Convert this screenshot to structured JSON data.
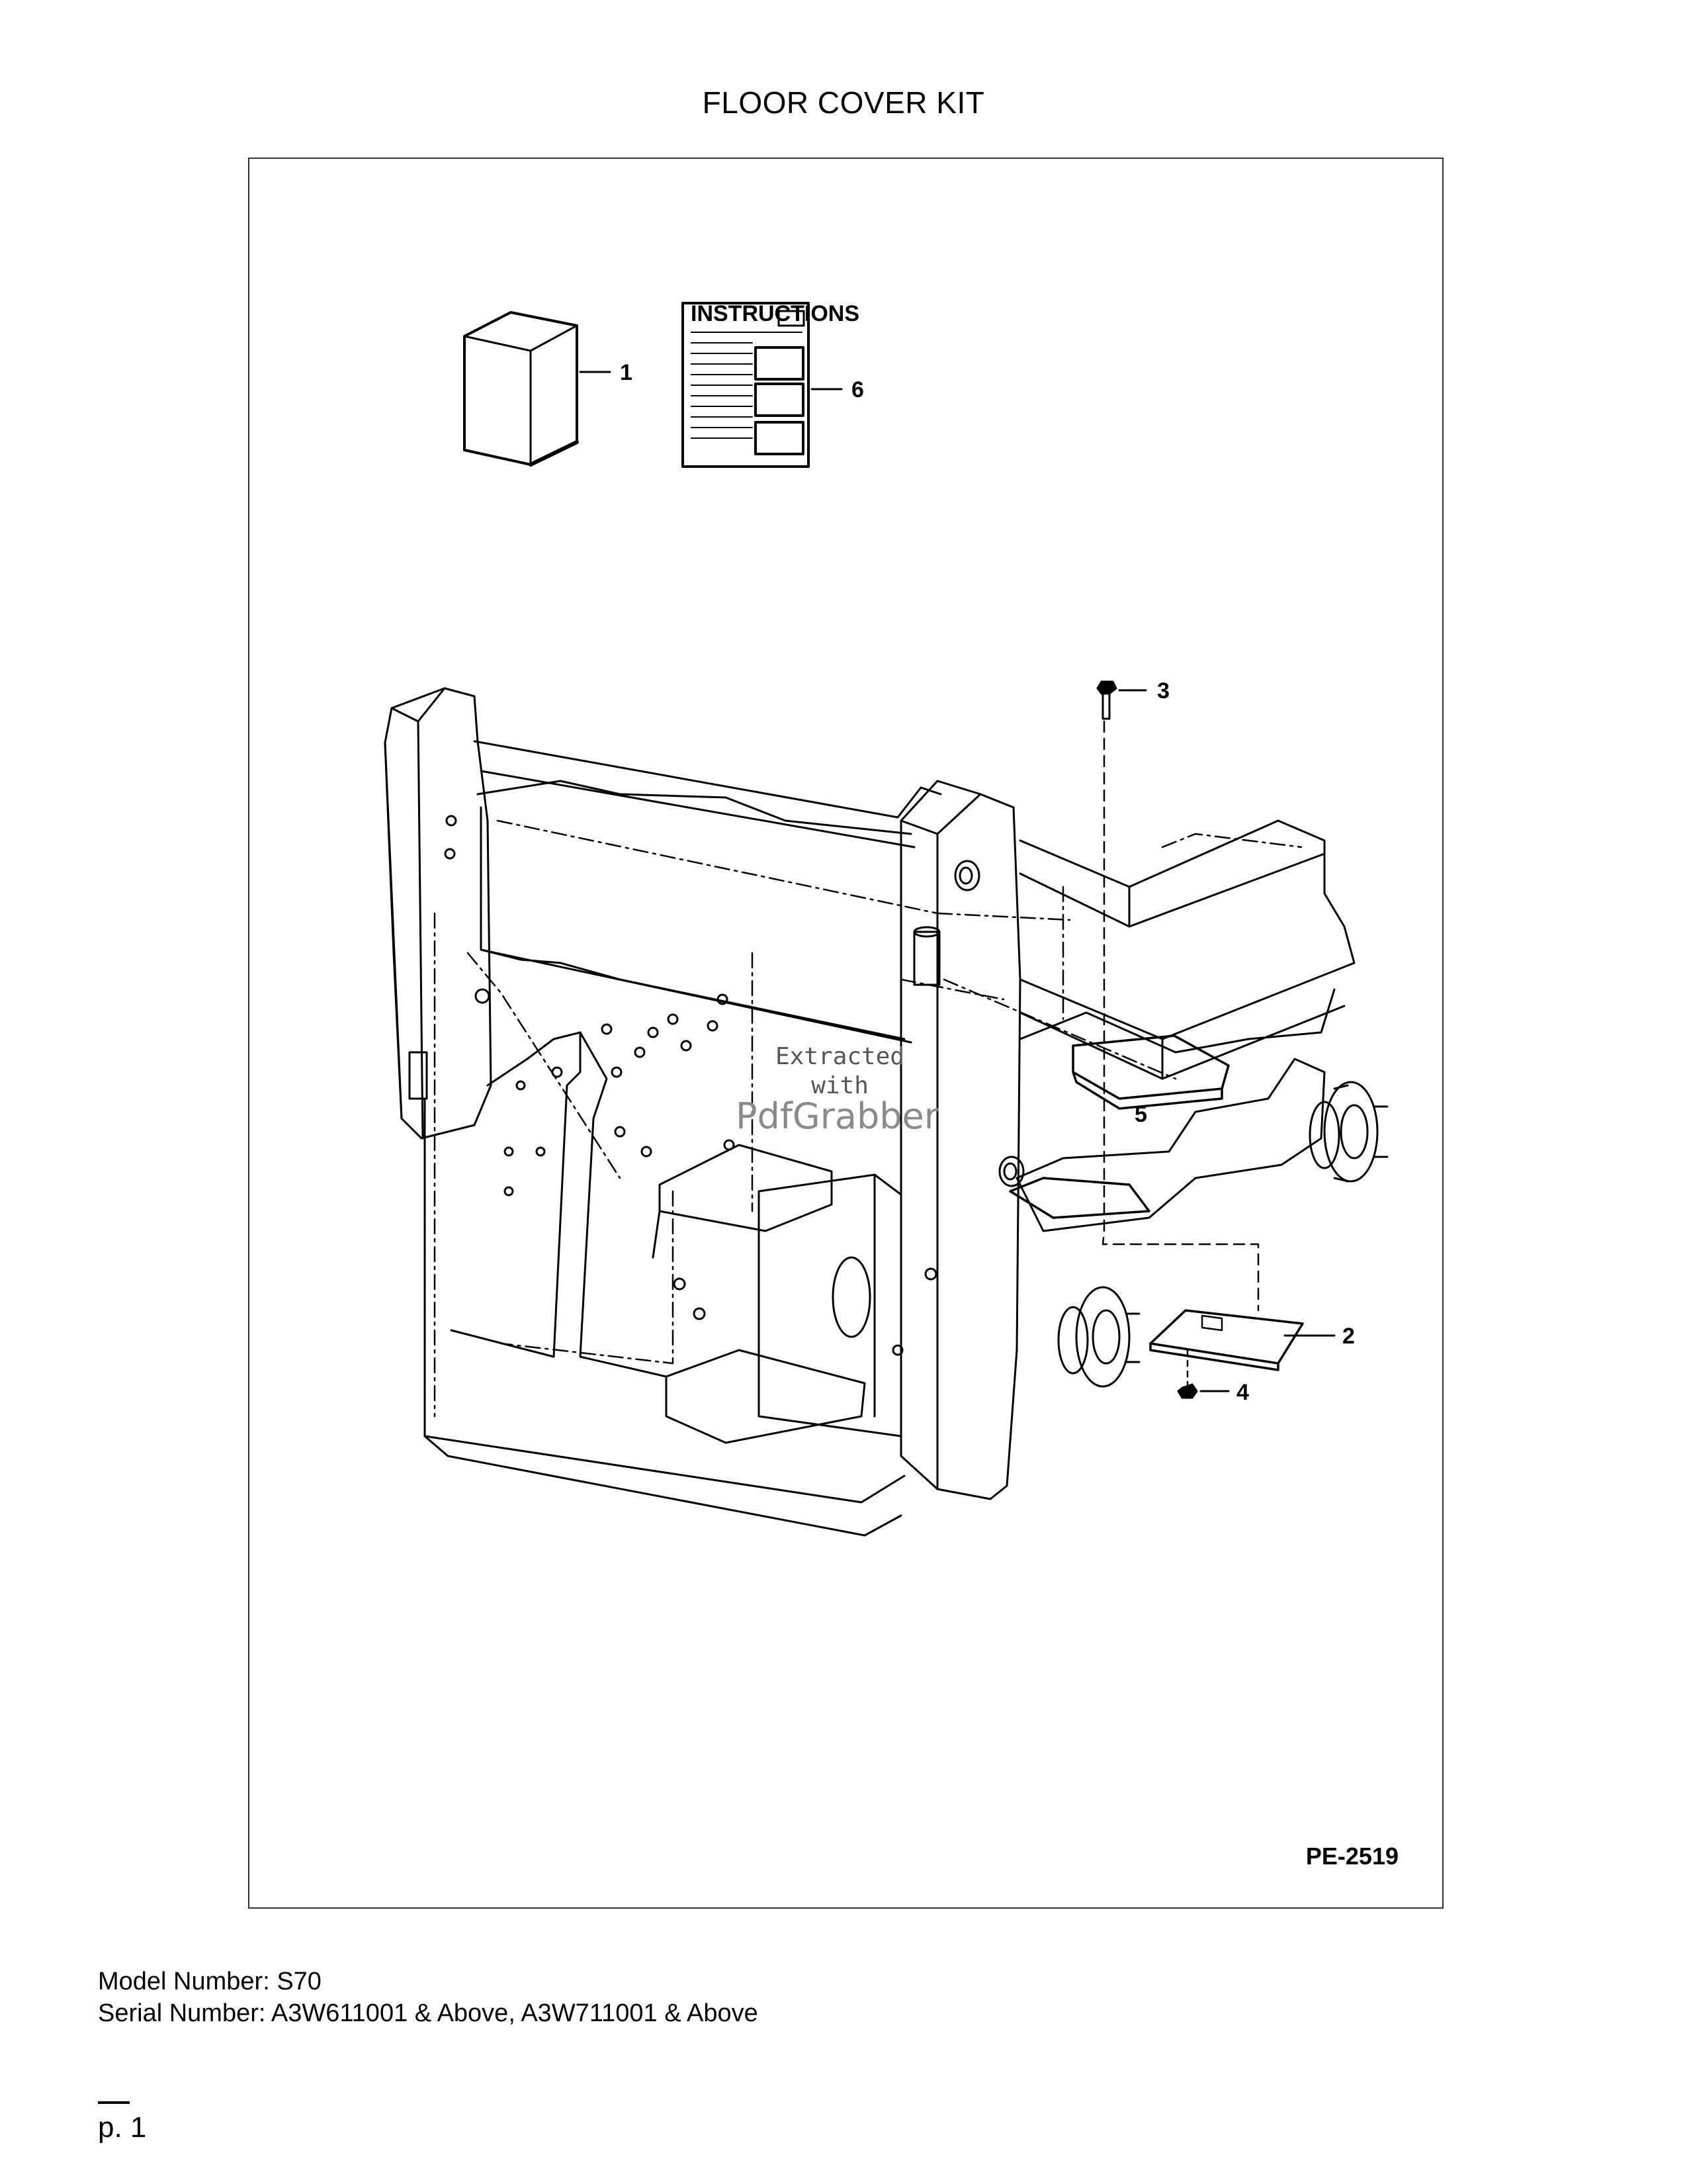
{
  "document": {
    "title": "FLOOR COVER KIT",
    "figure_code": "PE-2519",
    "instructions_label": "INSTRUCTIONS",
    "callouts": [
      "1",
      "2",
      "3",
      "4",
      "5",
      "6"
    ],
    "watermark_line1": "Extracted",
    "watermark_line2": "with",
    "watermark_brand": "PdfGrabber",
    "model_label": "Model Number: S70",
    "serial_label": "Serial Number: A3W611001 & Above, A3W711001 & Above",
    "page_number": "p. 1"
  },
  "colors": {
    "ink": "#000000",
    "frame": "#333333",
    "watermark": "#8a8a8a"
  }
}
